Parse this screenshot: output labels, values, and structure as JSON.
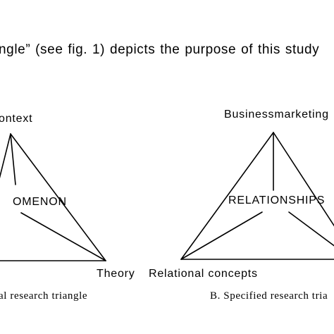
{
  "intro": {
    "text": "ngle” (see fig. 1) depicts the purpose of this study"
  },
  "diagram_a": {
    "top_label": "ontext",
    "center_label": "OMENON",
    "right_label": "Theory",
    "caption": "al research triangle"
  },
  "diagram_b": {
    "top_label": "Businessmarketing",
    "center_label": "RELATIONSHIPS",
    "left_label": "Relational concepts",
    "caption": "B. Specified research tria"
  }
}
